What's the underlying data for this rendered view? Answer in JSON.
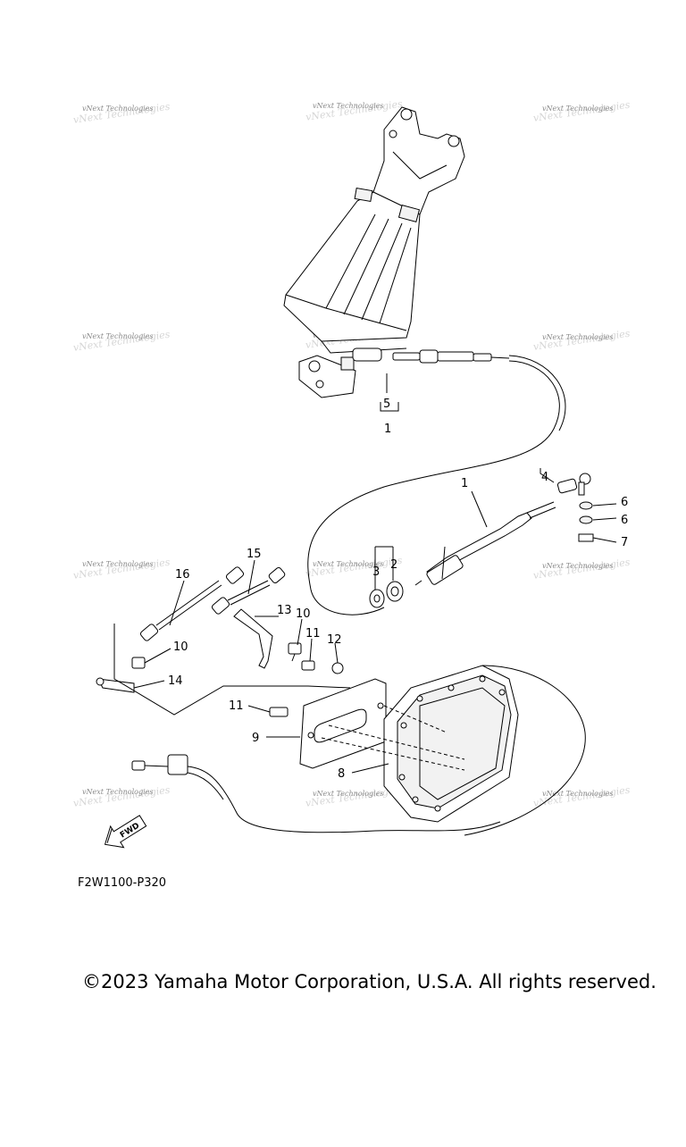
{
  "diagram": {
    "callouts": [
      {
        "id": "c1a",
        "label": "1"
      },
      {
        "id": "c5",
        "label": "5"
      },
      {
        "id": "c1b",
        "label": "1"
      },
      {
        "id": "c4",
        "label": "4"
      },
      {
        "id": "c6a",
        "label": "6"
      },
      {
        "id": "c6b",
        "label": "6"
      },
      {
        "id": "c7",
        "label": "7"
      },
      {
        "id": "c2",
        "label": "2"
      },
      {
        "id": "c3",
        "label": "3"
      },
      {
        "id": "c15",
        "label": "15"
      },
      {
        "id": "c16",
        "label": "16"
      },
      {
        "id": "c13",
        "label": "13"
      },
      {
        "id": "c10a",
        "label": "10"
      },
      {
        "id": "c11a",
        "label": "11"
      },
      {
        "id": "c12",
        "label": "12"
      },
      {
        "id": "c10b",
        "label": "10"
      },
      {
        "id": "c14",
        "label": "14"
      },
      {
        "id": "c11b",
        "label": "11"
      },
      {
        "id": "c9",
        "label": "9"
      },
      {
        "id": "c8",
        "label": "8"
      }
    ],
    "fwd_label": "FWD",
    "diagram_code": "F2W1100-P320",
    "watermark_text": "vNext Technologies"
  },
  "footer": {
    "copyright": "©2023 Yamaha Motor Corporation, U.S.A. All rights reserved."
  }
}
